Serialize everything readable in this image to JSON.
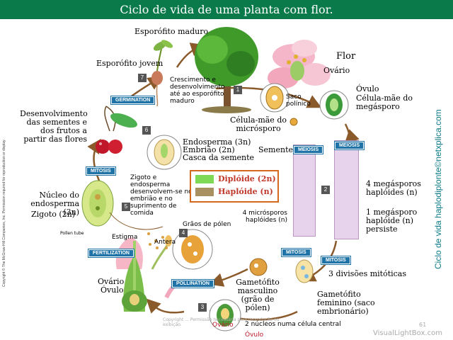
{
  "title": "Ciclo de vida de uma planta com flor.",
  "labels": {
    "esporofito_maduro": "Esporófito maduro",
    "esporofito_jovem": "Esporófito jovem",
    "flor": "Flor",
    "ovario_top": "Ovário",
    "ovulo_top": "Óvulo",
    "celula_mae_megasporo": "Célula-mãe do megásporo",
    "saco_polinico": "Saco polínico",
    "celula_mae_microsporo": "Célula-mãe do micrósporo",
    "crescimento": "Crescimento e desenvolvimento até ao esporófito maduro",
    "desenvolvimento_sementes": "Desenvolvimento das sementes e dos frutos a partir das flores",
    "endosperma_3n": "Endosperma (3n)",
    "embriao_2n": "Embrião (2n)",
    "casca_semente": "Casca da semente",
    "semente": "Semente",
    "zigoto_endosperma": "Zigoto e endosperma desenvolvem-se no embrião e no suprimento de comida",
    "nucleo_endosperma": "Núcleo do endosperma (3n)",
    "zigoto_2n": "Zigoto (2n)",
    "pollen_tube": "Pollen tube",
    "estigma": "Estigma",
    "graos_polen": "Grãos de pólen",
    "antera": "Antera",
    "quatro_microsporos": "4 micrósporos haplóides (n)",
    "quatro_megasporos": "4 megásporos haplóides (n)",
    "um_megasporo": "1 megásporo haplóide (n) persiste",
    "tres_divisoes": "3 divisões mitóticas",
    "gametofito_masculino": "Gametófito masculino (grão de pólen)",
    "gametofito_feminino": "Gametófito feminino (saco embrionário)",
    "ovario_bottom": "Ovário",
    "ovulo_bottom": "Óvulo",
    "ovario_red": "Ovário",
    "ovulo_red": "Óvulo",
    "dois_nucleos": "2 núcleos numa célula central"
  },
  "tags": {
    "germination": "GERMINATION",
    "mitosis_left": "MITOSIS",
    "fertilization": "FERTILIZATION",
    "pollination": "POLLINATION",
    "meiosis_left": "MEIOSIS",
    "meiosis_right": "MEIOSIS",
    "mitosis_mid": "MITOSIS",
    "mitosis_right": "MITOSIS"
  },
  "steps": [
    "1",
    "2",
    "3",
    "4",
    "5",
    "6",
    "7"
  ],
  "legend": {
    "diploid": "Diplóide (2n)",
    "haploid": "Haplóide (n)",
    "diploid_color": "#7ed957",
    "haploid_color": "#a89060"
  },
  "side_text": "Ciclo de vida haplodiplonte©netxplica.com",
  "copyright_side": "Copyright © The McGraw-Hill Companies, Inc. Permission required for reproduction or display.",
  "footer": {
    "copyright": "Copyright ... Permissão necessária para reprodução ou exibição.",
    "page": "61",
    "watermark": "VisualLightBox.com"
  },
  "colors": {
    "title_bg": "#0a7a4a",
    "tag_bg": "#1f73a6",
    "meiosis_bg": "#e8d3ec",
    "cycle_arrow": "#8b5a2b",
    "side_text": "#0a7a86"
  }
}
